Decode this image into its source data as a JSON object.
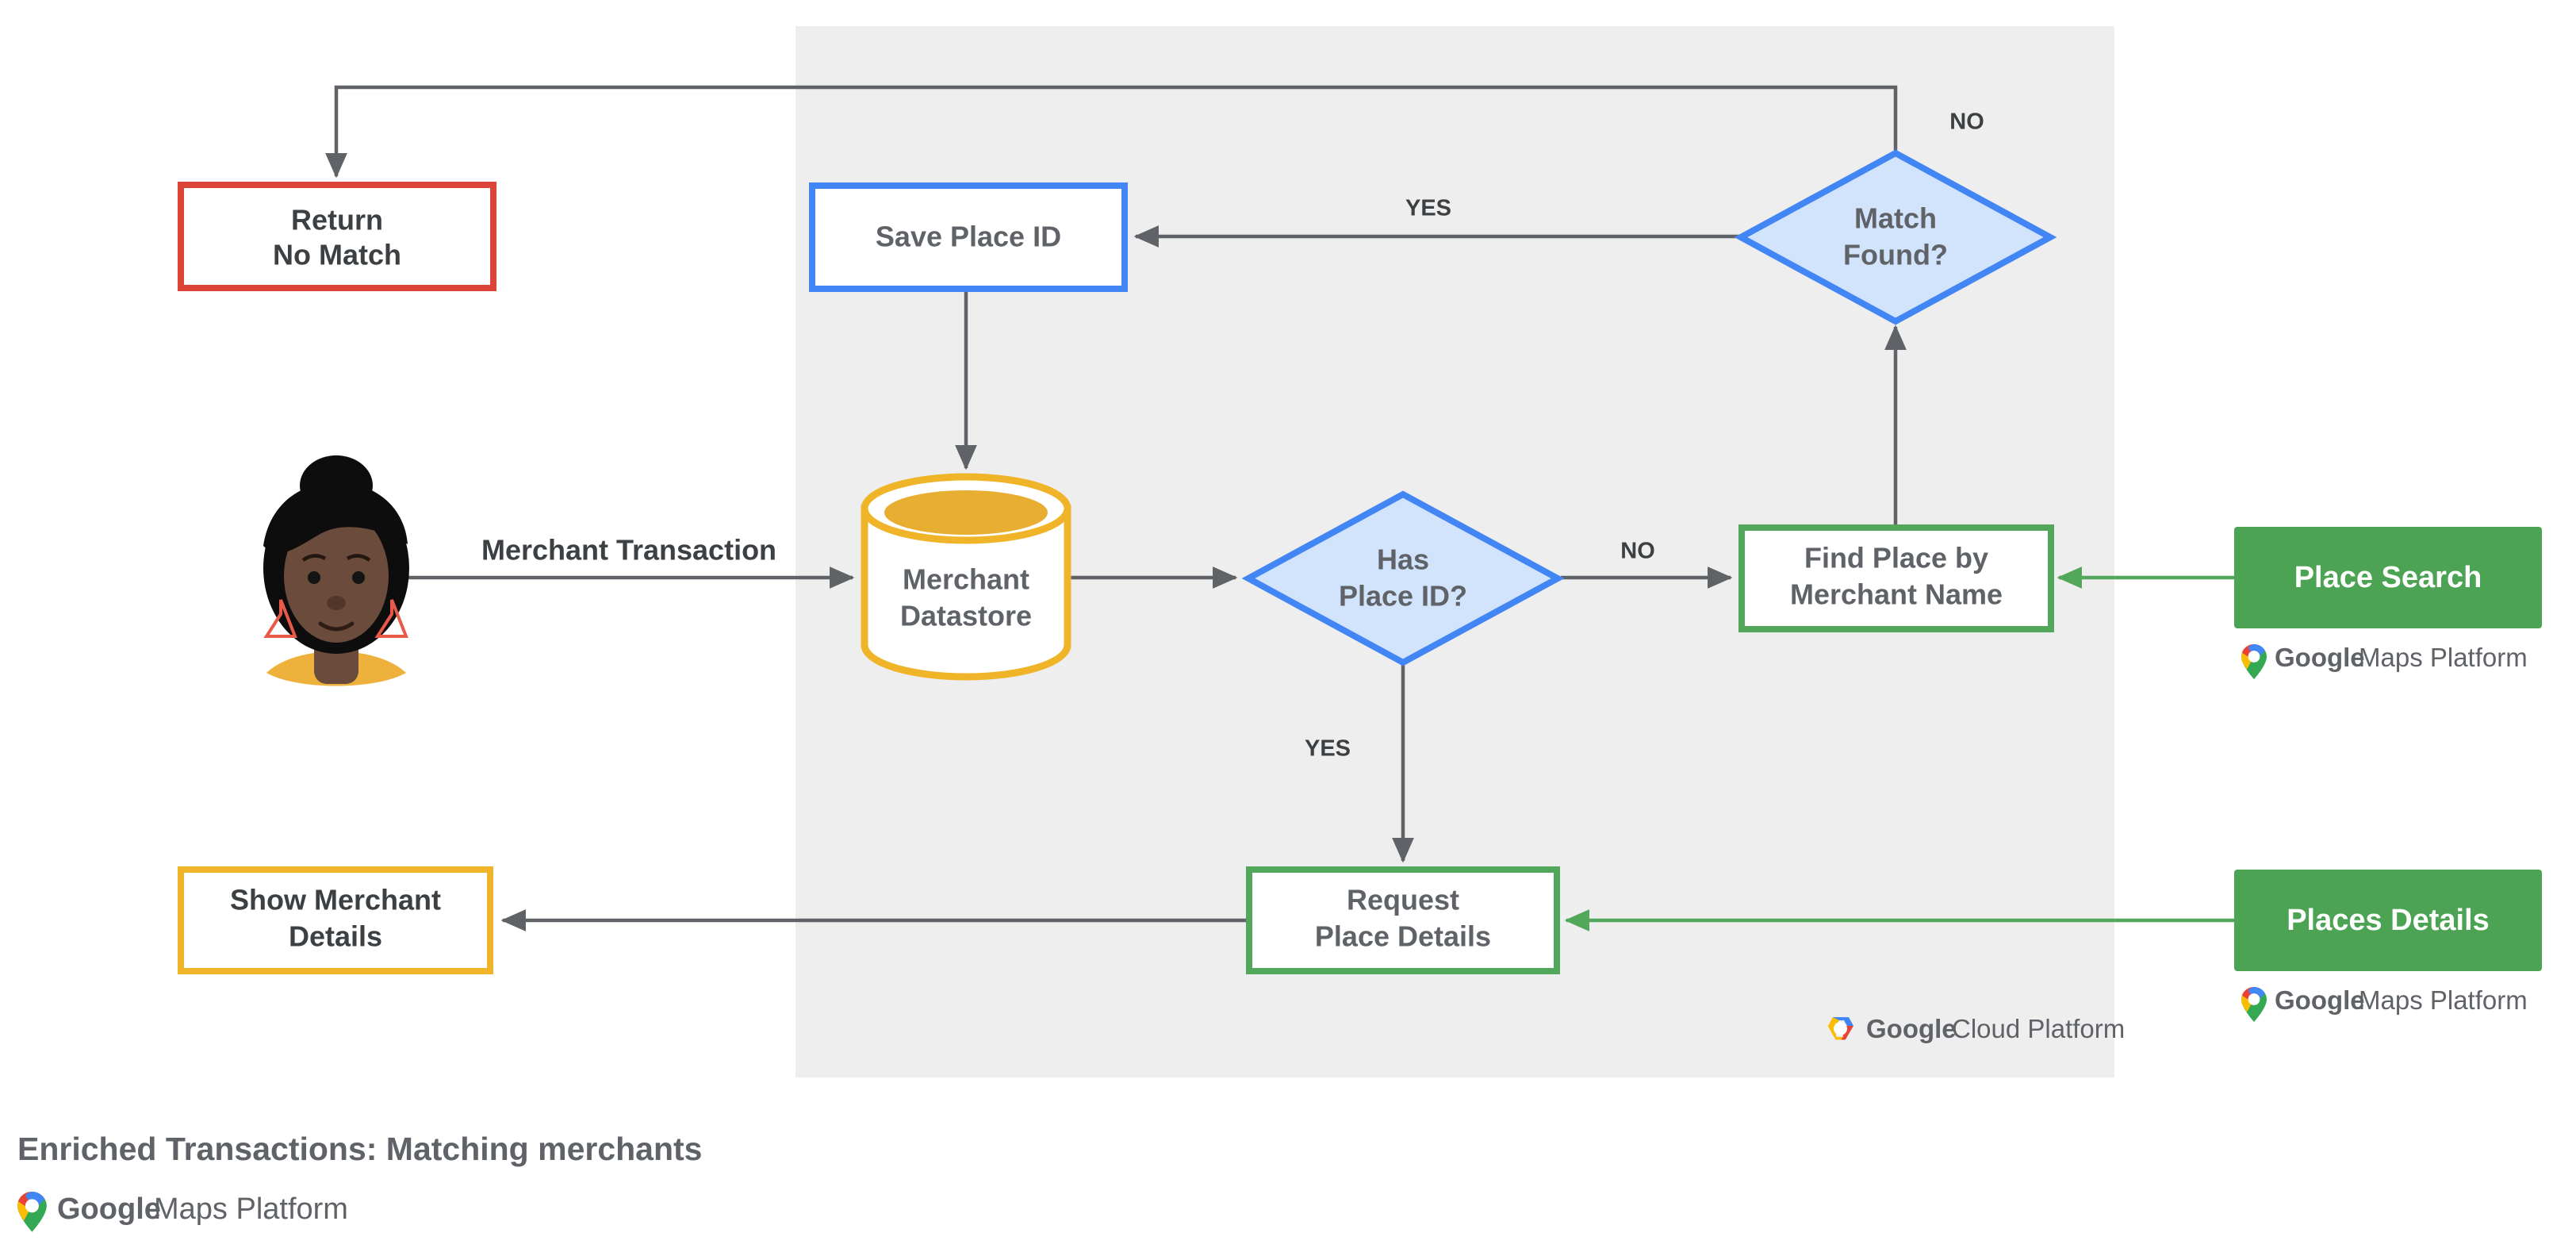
{
  "diagram": {
    "title": "Enriched Transactions: Matching merchants",
    "panel_label": "google-cloud-platform-region",
    "colors": {
      "panel_bg": "#eeeeee",
      "page_bg": "#ffffff",
      "red": "#db4437",
      "blue": "#4285f4",
      "blue_fill": "#d2e3fc",
      "green": "#52a75a",
      "green_fill": "#4ca353",
      "amber": "#f0b429",
      "gray_text": "#5f6368",
      "dark_text": "#3c4043",
      "edge": "#5f6368"
    },
    "nodes": {
      "return_no_match": {
        "line1": "Return",
        "line2": "No Match",
        "shape": "rect",
        "color": "red"
      },
      "save_place_id": {
        "line1": "Save Place ID",
        "line2": "",
        "shape": "rect",
        "color": "blue"
      },
      "match_found": {
        "line1": "Match",
        "line2": "Found?",
        "shape": "diamond",
        "color": "blue"
      },
      "merchant_datastore": {
        "line1": "Merchant",
        "line2": "Datastore",
        "shape": "cylinder",
        "color": "amber"
      },
      "has_place_id": {
        "line1": "Has",
        "line2": "Place ID?",
        "shape": "diamond",
        "color": "blue"
      },
      "find_place_by_merchant_name": {
        "line1": "Find Place by",
        "line2": "Merchant Name",
        "shape": "rect",
        "color": "green"
      },
      "request_place_details": {
        "line1": "Request",
        "line2": "Place Details",
        "shape": "rect",
        "color": "green"
      },
      "show_merchant_details": {
        "line1": "Show Merchant",
        "line2": "Details",
        "shape": "rect",
        "color": "amber"
      },
      "place_search": {
        "line1": "Place Search",
        "line2": "",
        "shape": "filled-rect",
        "color": "green"
      },
      "places_details": {
        "line1": "Places Details",
        "line2": "",
        "shape": "filled-rect",
        "color": "green"
      }
    },
    "edge_labels": {
      "merchant_transaction": "Merchant Transaction",
      "has_place_id_no": "NO",
      "has_place_id_yes": "YES",
      "match_found_yes": "YES",
      "match_found_no": "NO"
    },
    "logos": {
      "maps_platform_google": "Google",
      "maps_platform_rest": "Maps Platform",
      "cloud_platform_google": "Google",
      "cloud_platform_rest": "Cloud Platform"
    },
    "avatar": {
      "name": "merchant-customer-avatar"
    }
  }
}
